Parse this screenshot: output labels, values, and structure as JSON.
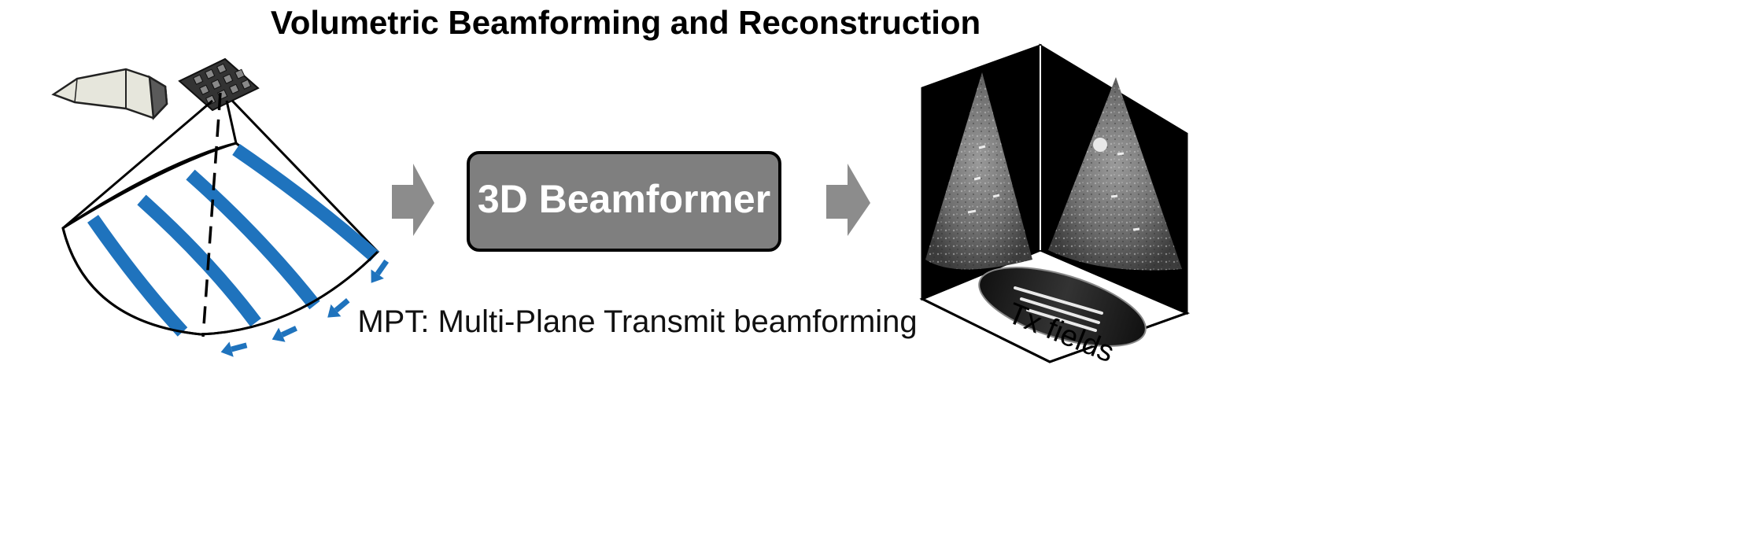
{
  "title": "Volumetric Beamforming and Reconstruction",
  "beamformer_label": "3D Beamformer",
  "caption": "MPT: Multi-Plane Transmit beamforming",
  "tx_label": "Tx fields",
  "colors": {
    "plane_blue": "#1f73bd",
    "arrow_gray": "#8c8c8c",
    "box_fill": "#7f7f7f",
    "probe_fill": "#e6e6dc"
  },
  "icons": [
    "ultrasound-probe-icon",
    "matrix-array-icon",
    "flow-arrow-icon",
    "image-cube-icon"
  ]
}
